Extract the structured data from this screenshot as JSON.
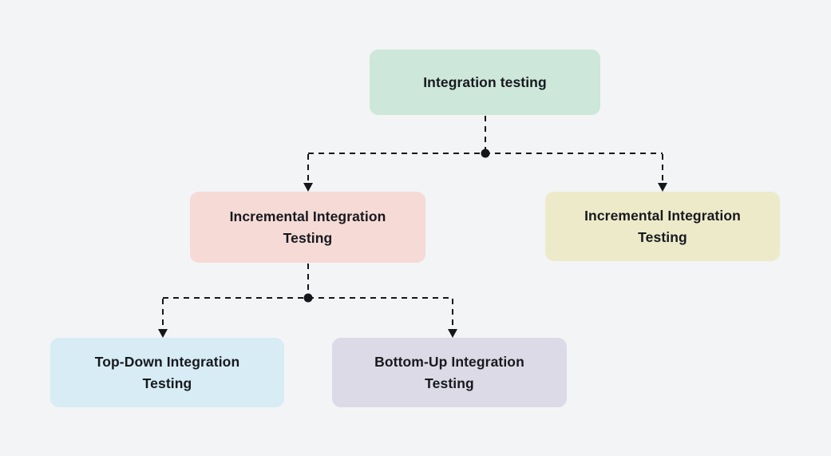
{
  "colors": {
    "background": "#f3f4f6",
    "connector": "#141619",
    "text": "#17191e"
  },
  "nodes": {
    "root": {
      "label": "Integration testing",
      "color": "#cde7da"
    },
    "incremental_left": {
      "label": "Incremental Integration Testing",
      "color": "#f5dad6"
    },
    "incremental_right": {
      "label": "Incremental Integration Testing",
      "color": "#edeaca"
    },
    "top_down": {
      "label": "Top-Down Integration Testing",
      "color": "#d7ecf5"
    },
    "bottom_up": {
      "label": "Bottom-Up Integration Testing",
      "color": "#dcdae6"
    }
  }
}
